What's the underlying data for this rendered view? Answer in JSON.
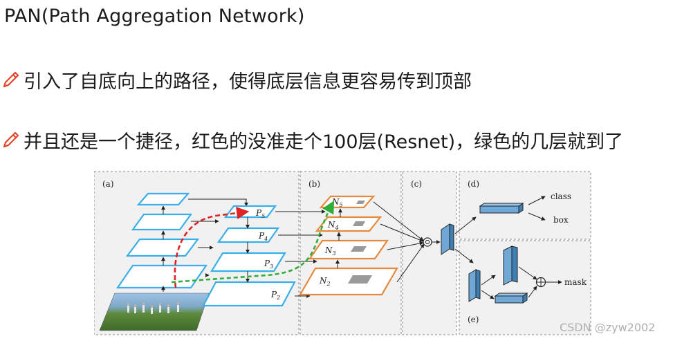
{
  "slide": {
    "title": "PAN(Path Aggregation Network)",
    "bullets": [
      "引入了自底向上的路径，使得底层信息更容易传到顶部",
      "并且还是一个捷径，红色的没准走个100层(Resnet)，绿色的几层就到了"
    ],
    "bullet_icon": "pencil-icon"
  },
  "figure": {
    "panel_labels": [
      "(a)",
      "(b)",
      "(c)",
      "(d)",
      "(e)"
    ],
    "p_labels": [
      "P",
      "P",
      "P",
      "P"
    ],
    "p_subs": [
      "5",
      "4",
      "3",
      "2"
    ],
    "n_labels": [
      "N",
      "N",
      "N",
      "N"
    ],
    "n_subs": [
      "5",
      "4",
      "3",
      "2"
    ],
    "outputs": {
      "class": "class",
      "box": "box",
      "mask": "mask"
    },
    "colors": {
      "backbone": "#3aaee6",
      "bottom_up": "#e8883a",
      "red_path": "#e02424",
      "green_path": "#2fae3a",
      "box_fill": "#6fa8d6"
    }
  },
  "watermark": "CSDN @zyw2002"
}
